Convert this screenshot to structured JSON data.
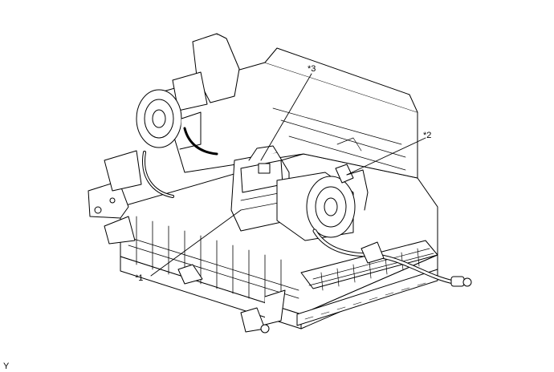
{
  "callouts": {
    "c1": "*1",
    "c2": "*2",
    "c3": "*3"
  },
  "figure_code": "Y",
  "colors": {
    "line": "#000000",
    "fill": "#ffffff"
  }
}
